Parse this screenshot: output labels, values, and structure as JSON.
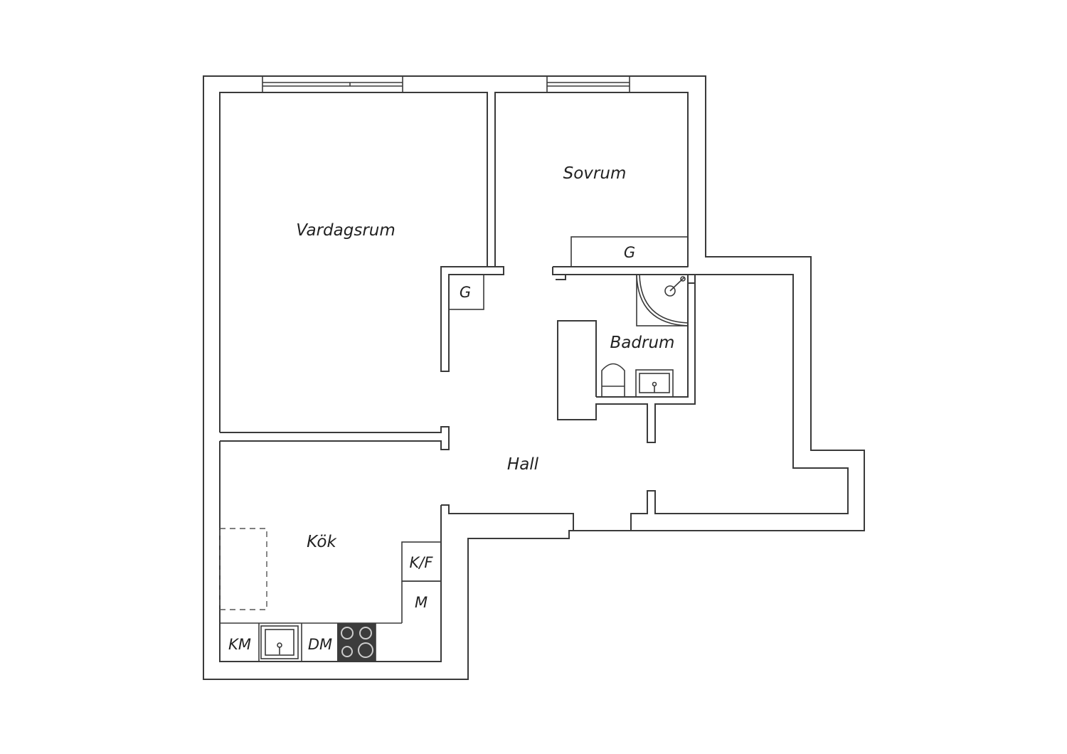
{
  "rooms": {
    "living": "Vardagsrum",
    "bedroom": "Sovrum",
    "bathroom": "Badrum",
    "hall": "Hall",
    "kitchen": "Kök"
  },
  "fixtures": {
    "wardrobe": "G",
    "fridge_freezer": "K/F",
    "microwave": "M",
    "washing_machine": "KM",
    "dishwasher": "DM"
  },
  "colors": {
    "walls": "#3a3a3a",
    "stove": "#3c3c3c",
    "background": "#ffffff"
  }
}
